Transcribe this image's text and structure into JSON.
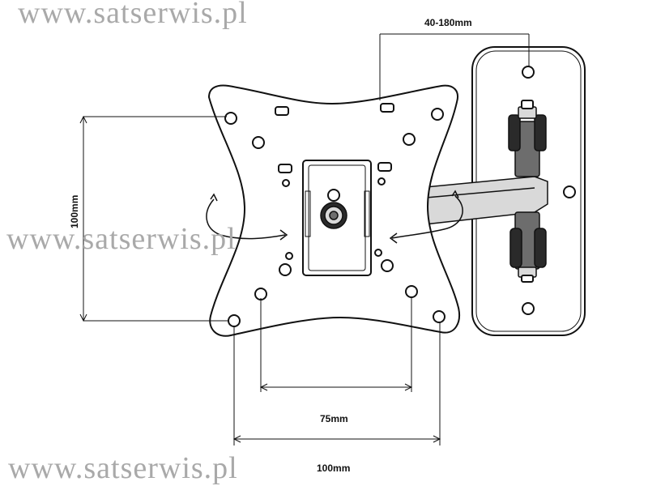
{
  "watermark": "www.satserwis.pl",
  "dimensions": {
    "wall_distance": "40-180mm",
    "vertical_spacing": "100mm",
    "inner_horizontal": "75mm",
    "outer_horizontal": "100mm"
  }
}
